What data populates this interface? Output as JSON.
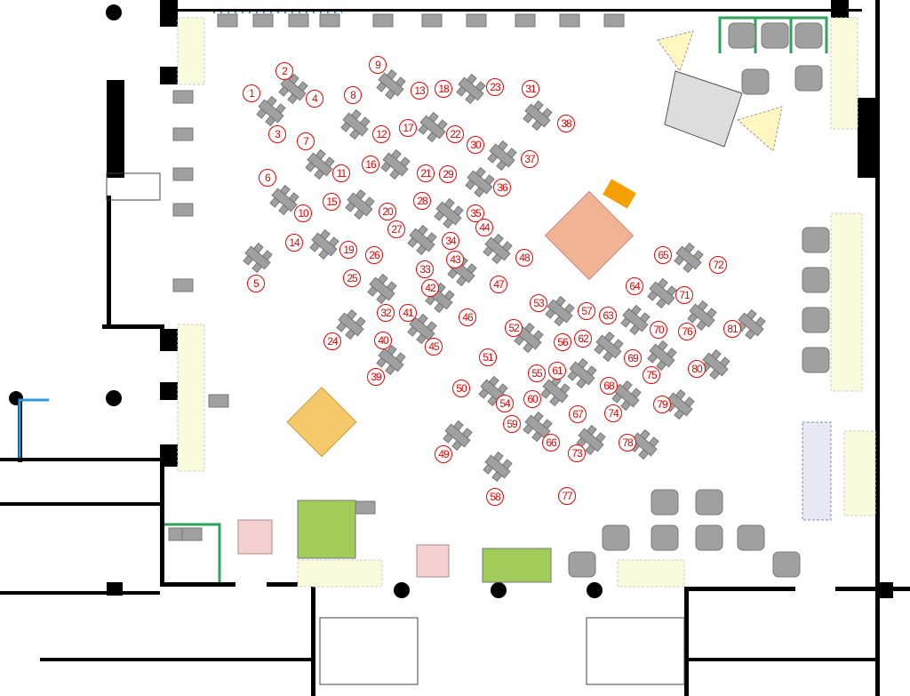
{
  "title": "Exhibition hall floor plan",
  "booths": [
    "1",
    "2",
    "3",
    "4",
    "5",
    "6",
    "7",
    "8",
    "9",
    "10",
    "11",
    "12",
    "13",
    "14",
    "15",
    "16",
    "17",
    "18",
    "19",
    "20",
    "21",
    "22",
    "23",
    "24",
    "25",
    "26",
    "27",
    "28",
    "29",
    "30",
    "31",
    "32",
    "33",
    "34",
    "35",
    "36",
    "37",
    "38",
    "39",
    "40",
    "41",
    "42",
    "43",
    "44",
    "45",
    "46",
    "47",
    "48",
    "49",
    "50",
    "51",
    "52",
    "53",
    "54",
    "55",
    "56",
    "57",
    "58",
    "59",
    "60",
    "61",
    "62",
    "63",
    "64",
    "65",
    "66",
    "67",
    "68",
    "69",
    "70",
    "71",
    "72",
    "73",
    "74",
    "75",
    "76",
    "77",
    "78",
    "79",
    "80",
    "81"
  ],
  "colors": {
    "booth_label": "#e00000",
    "desk": "#a0a0a0",
    "wall": "#000000",
    "stage_orange": "#f2b294",
    "stage_yellow": "#f5c96a",
    "green_area": "#a2cc5a",
    "column_pad": "#fafadc",
    "blue_panel": "#e8e8f5",
    "pink_pad": "#f5d0d0",
    "green_wall": "#2fa35a",
    "blue_wall": "#2a9be0"
  }
}
